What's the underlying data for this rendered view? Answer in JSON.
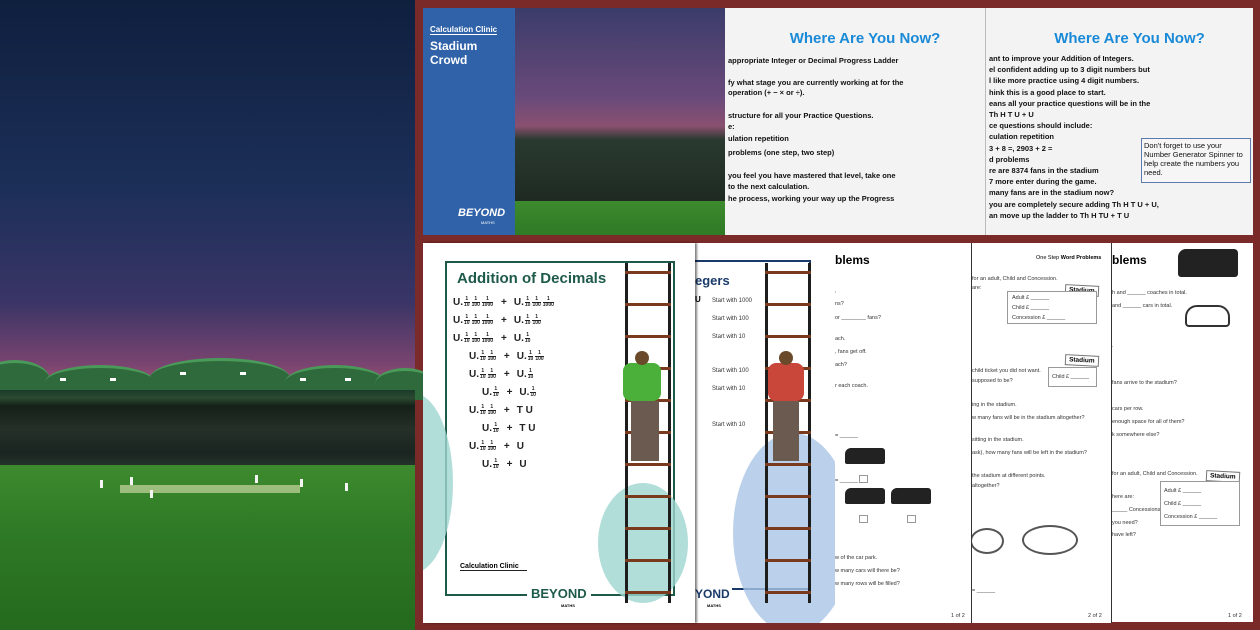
{
  "colors": {
    "frame": "#7a2a28",
    "brand_blue": "#2f62a8",
    "heading_blue": "#1a8ad8",
    "decimals_green": "#1e6a5a"
  },
  "cover": {
    "series": "Calculation Clinic",
    "title_line1": "Stadium",
    "title_line2": "Crowd",
    "logo": "BEYOND",
    "logo_sub": "MATHS"
  },
  "slide2": {
    "heading": "Where Are You Now?",
    "lines": [
      "appropriate Integer or Decimal Progress Ladder",
      "fy what stage you are currently working at for the",
      "operation (+ − × or ÷).",
      "structure for all your Practice Questions.",
      "e:",
      "ulation repetition",
      "problems (one step, two step)",
      "you feel you have mastered that level, take one",
      "to the next  calculation.",
      "he process, working your way up the Progress"
    ]
  },
  "slide3": {
    "heading": "Where Are You Now?",
    "lines": [
      "ant to improve your Addition of Integers.",
      "el confident adding up to 3 digit numbers but",
      "l like more practice using 4 digit numbers.",
      "hink this is a good place to start.",
      "eans all your practice questions will be in the",
      "Th H T U + U",
      "ce questions should include:",
      "culation repetition",
      "3 + 8 =, 2903 + 2 =",
      "d problems",
      "re are 8374 fans in the stadium",
      "7 more enter during the game.",
      "many fans are in the stadium now?",
      "you are completely secure adding Th H T U + U,",
      "an move up the ladder to Th H TU + T U"
    ],
    "tip": "Don't forget to use your Number Generator Spinner to help create the numbers you need."
  },
  "decimals_sheet": {
    "title": "Addition of Decimals",
    "rows": [
      {
        "left": [
          "10",
          "100",
          "1000"
        ],
        "right": "U.",
        "rfr": [
          "10",
          "100",
          "1000"
        ]
      },
      {
        "left": [
          "10",
          "100",
          "1000"
        ],
        "right": "U.",
        "rfr": [
          "10",
          "100"
        ]
      },
      {
        "left": [
          "10",
          "100",
          "1000"
        ],
        "right": "U.",
        "rfr": [
          "10"
        ]
      },
      {
        "left": [
          "10",
          "100"
        ],
        "right": "U.",
        "rfr": [
          "10",
          "100"
        ]
      },
      {
        "left": [
          "10",
          "100"
        ],
        "right": "U.",
        "rfr": [
          "10"
        ]
      },
      {
        "left": [
          "10"
        ],
        "right": "U.",
        "rfr": [
          "10"
        ]
      },
      {
        "left": [
          "10",
          "100"
        ],
        "right": "T U",
        "rfr": []
      },
      {
        "left": [
          "10"
        ],
        "right": "T U",
        "rfr": []
      },
      {
        "left": [
          "10",
          "100"
        ],
        "right": "U",
        "rfr": []
      },
      {
        "left": [
          "10"
        ],
        "right": "U",
        "rfr": []
      }
    ],
    "series": "Calculation Clinic",
    "logo": "BEYOND",
    "logo_sub": "MATHS"
  },
  "integers_sheet": {
    "title": "egers",
    "first_label": "U",
    "starts": [
      "Start with 1000",
      "Start with 100",
      "Start with 10",
      "Start with 100",
      "Start with 10",
      "Start with 10"
    ],
    "logo": "YOND",
    "logo_sub": "MATHS"
  },
  "word1": {
    "title": "blems",
    "lines": [
      ",",
      "ns?",
      "or ________ fans?",
      "ach.",
      ", fans get off.",
      "ach?",
      "r each coach.",
      "= ______",
      "= ______",
      "w of the car park.",
      "w many cars will there be?",
      "w many rows will be filled?"
    ],
    "page": "1 of 2"
  },
  "word2": {
    "header_light": "One Step ",
    "header_bold": "Word Problems",
    "lines": [
      "for an adult, Child and Concession.",
      "are:",
      "child ticket you did not want.",
      "supposed to be?",
      "ing in the stadium.",
      "w many fans will be in the stadium altogether?",
      "sitting in the stadium.",
      "ask), how many fans will be left in the stadium?",
      "the stadium at different points.",
      "altogether?",
      "= ______"
    ],
    "tag": "Stadium",
    "prices": [
      "Adult    £ ______",
      "Child    £ ______",
      "Concession £ ______"
    ],
    "child_price": "Child £ ______",
    "page": "2 of 2"
  },
  "word3": {
    "title": "blems",
    "lines": [
      "h and ______ coaches in total.",
      "and ______ cars in total.",
      ".",
      "fans arrive to the stadium?",
      "cars per row.",
      "enough space for all of them?",
      "k somewhere else?",
      "for an adult, Child and Concession.",
      "here are:",
      "_____ Concessions.",
      "you need?",
      "have left?"
    ],
    "tag": "Stadium",
    "prices": [
      "Adult    £ ______",
      "Child    £ ______",
      "Concession £ ______"
    ],
    "page": "1 of 2"
  }
}
